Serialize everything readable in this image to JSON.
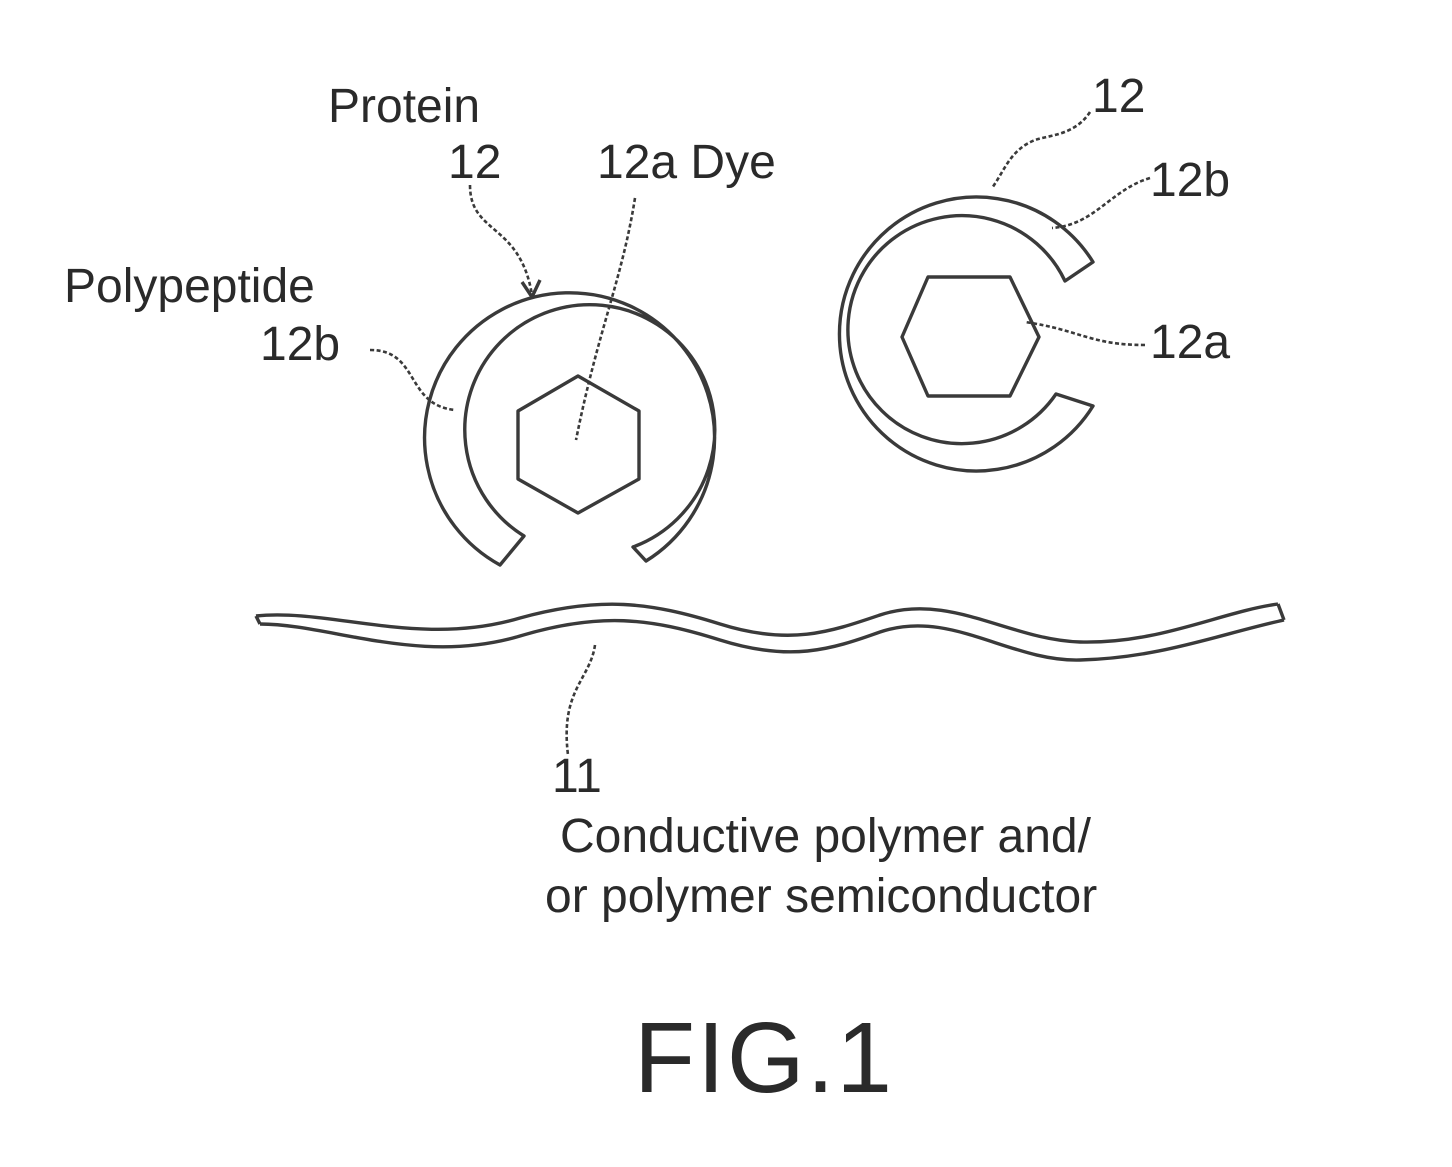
{
  "labels": {
    "protein": "Protein",
    "protein_ref": "12",
    "dye_label": "12a Dye",
    "polypeptide": "Polypeptide",
    "polypeptide_ref": "12b",
    "right_protein_ref": "12",
    "right_polypeptide_ref": "12b",
    "right_dye_ref": "12a",
    "polymer_ref": "11",
    "polymer_line1": "Conductive polymer and/",
    "polymer_line2": "or polymer semiconductor"
  },
  "caption": "FIG.1",
  "colors": {
    "ink": "#3a3a3a",
    "background": "#ffffff"
  }
}
